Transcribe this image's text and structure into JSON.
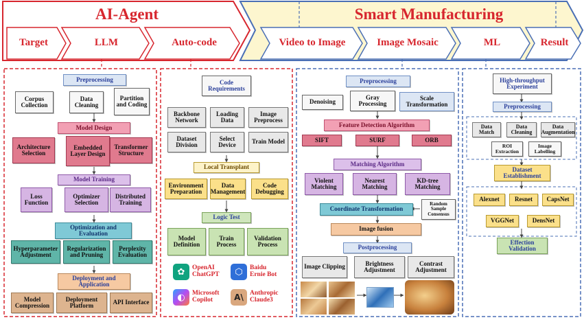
{
  "header": {
    "ai_agent": "AI-Agent",
    "smart_manufacturing": "Smart Manufacturing",
    "steps": [
      "Target",
      "LLM",
      "Auto-code",
      "Video to Image",
      "Image Mosaic",
      "ML",
      "Result"
    ]
  },
  "llm": {
    "preprocessing": "Preprocessing",
    "corpus": "Corpus Collection",
    "data_cleaning": "Data Cleaning",
    "partition": "Partition and Coding",
    "model_design": "Model Design",
    "arch": "Architecture Selection",
    "embedded": "Embedded Layer Design",
    "transformer": "Transformer Structure",
    "model_training": "Model Training",
    "loss": "Loss Function",
    "optimizer": "Optimizer Selection",
    "distributed": "Distributed Training",
    "opt_eval": "Optimization and Evaluation",
    "hyper": "Hyperparameter Adjustment",
    "regular": "Regularization and Pruning",
    "perplexity": "Perplexity Evaluation",
    "deploy": "Deployment and Application",
    "compression": "Model Compression",
    "platform": "Deployment Platform",
    "api": "API Interface"
  },
  "code": {
    "requirements": "Code Requirements",
    "backbone": "Backbone Network",
    "loading": "Loading Data",
    "image_pre": "Image Preprocess",
    "dataset_div": "Dataset Division",
    "select_dev": "Select Device",
    "train_model": "Train Model",
    "local": "Local Transplant",
    "env": "Environment Preparation",
    "data_mgmt": "Data Management",
    "debug": "Code Debugging",
    "logic": "Logic Test",
    "model_def": "Model Definition",
    "train_proc": "Train Process",
    "valid_proc": "Validation Process",
    "openai_1": "OpenAI",
    "openai_2": "ChatGPT",
    "baidu_1": "Baidu",
    "baidu_2": "Ernie Bot",
    "ms_1": "Microsoft",
    "ms_2": "Copilot",
    "anth_1": "Anthropic",
    "anth_2": "Claude3",
    "anth_logo": "A\\"
  },
  "mosaic": {
    "preprocessing": "Preprocessing",
    "denoising": "Denoising",
    "gray": "Gray Processing",
    "scale": "Scale Transformation",
    "feature": "Feature Detection Algorithm",
    "sift": "SIFT",
    "surf": "SURF",
    "orb": "ORB",
    "matching": "Matching Algorithm",
    "violent": "Violent Matching",
    "nearest": "Nearest Matching",
    "kdtree": "KD-tree Matching",
    "coord": "Coordinate Transformation",
    "ransac": "Random Sample Consensus",
    "fusion": "Image fusion",
    "post": "Postprocessing",
    "clipping": "Image Clipping",
    "brightness": "Brightness Adjustment",
    "contrast": "Contrast Adjustment"
  },
  "ml": {
    "experiment": "High-throughput Experiment",
    "preprocessing": "Preprocessing",
    "data_match": "Data Match",
    "data_cleaning": "Data Cleaning",
    "data_aug": "Data Augmentation",
    "roi": "ROI Extraction",
    "labelling": "Image Labelling",
    "dataset": "Dataset Establishment",
    "alexnet": "Alexnet",
    "resnet": "Resnet",
    "capsnet": "CapsNet",
    "vggnet": "VGGNet",
    "densnet": "DensNet",
    "effection": "Effection Validation"
  },
  "colors": {
    "red": "#d7262e",
    "blue_dash": "#4a6fb5",
    "yellow_banner": "#fdf6cf"
  }
}
